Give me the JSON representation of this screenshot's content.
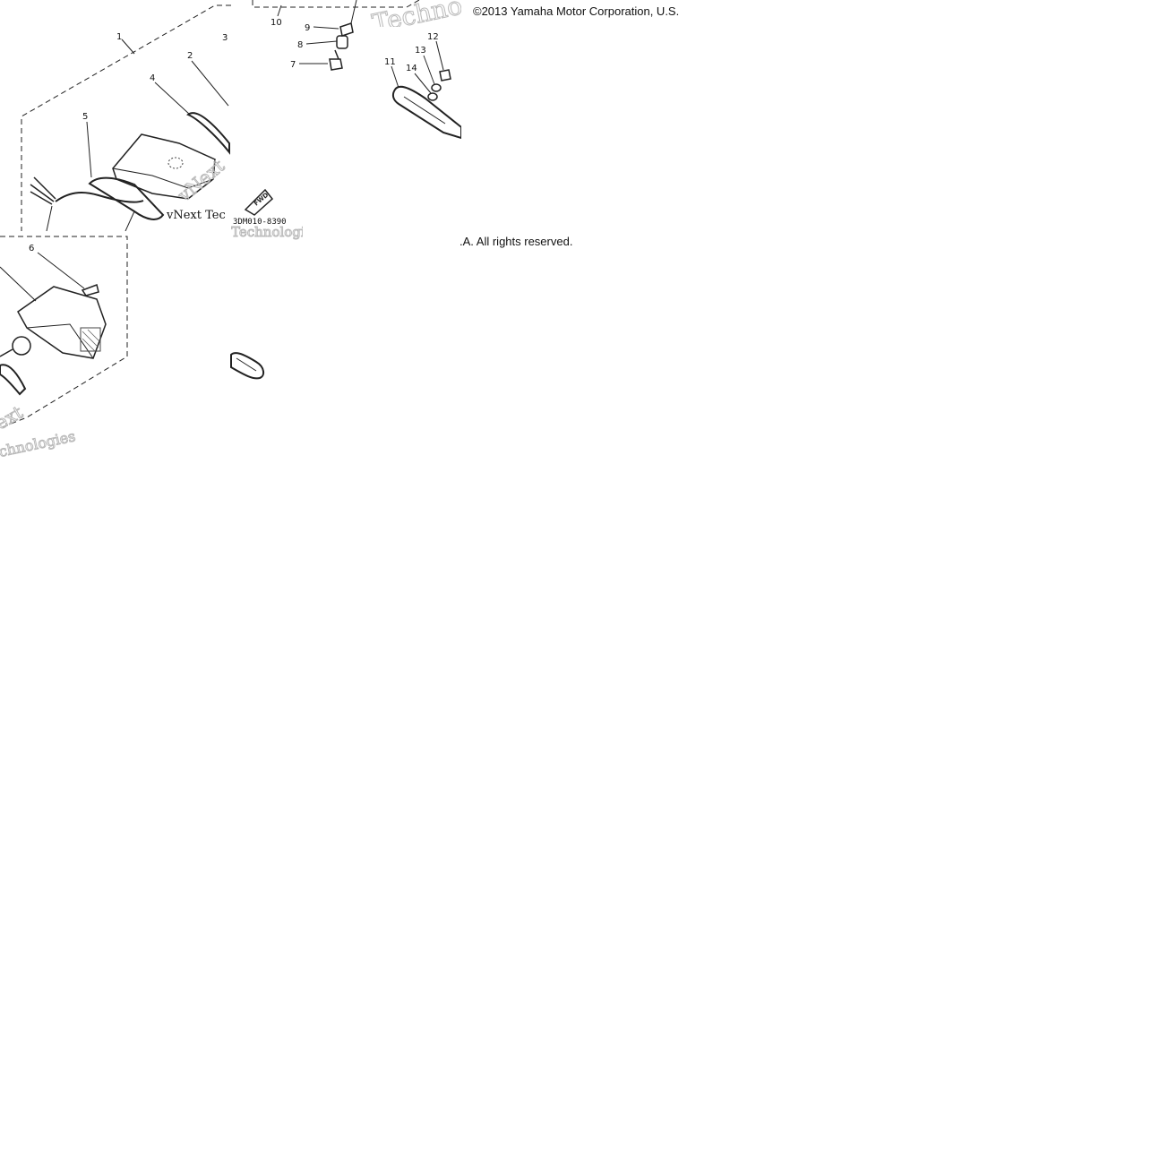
{
  "copyright": {
    "line1": "©2013 Yamaha Motor Corporation, U.S.",
    "line2": ".A. All rights reserved."
  },
  "diagram_code": "3DM010-8390",
  "fwd_label": "FWD",
  "watermark": {
    "text1": "vNext",
    "text2": "Technologies",
    "text3": "Techno",
    "text4": "chnologies",
    "text5": "ext",
    "text6": "vNext Tec"
  },
  "callouts": [
    "1",
    "2",
    "3",
    "4",
    "5",
    "6",
    "7",
    "8",
    "9",
    "10",
    "11",
    "12",
    "13",
    "14"
  ]
}
